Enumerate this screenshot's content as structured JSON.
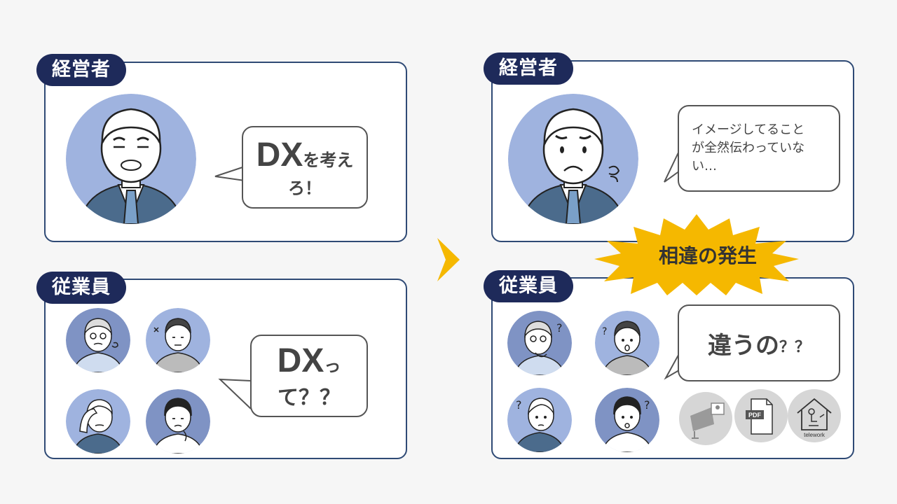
{
  "left": {
    "executive_tag": "経営者",
    "executive_bubble_dx": "DX",
    "executive_bubble_rest1": "を考え",
    "executive_bubble_rest2": "ろ！",
    "employee_tag": "従業員",
    "employee_bubble_dx": "DX",
    "employee_bubble_rest1": "っ",
    "employee_bubble_rest2": "て？？"
  },
  "right": {
    "executive_tag": "経営者",
    "executive_bubble_line1": "イメージしてること",
    "executive_bubble_line2": "が全然伝わっていな",
    "executive_bubble_line3": "い…",
    "employee_tag": "従業員",
    "employee_bubble_main": "違うの",
    "employee_bubble_suffix": "？？",
    "burst_label": "相違の発生",
    "icons": [
      {
        "name": "video-meeting-icon",
        "label": ""
      },
      {
        "name": "pdf-icon",
        "label": "PDF"
      },
      {
        "name": "telework-icon",
        "label": "telework"
      }
    ]
  },
  "colors": {
    "panel_border": "#2f4a75",
    "tag_bg": "#1e2a5a",
    "avatar_light": "#9fb3df",
    "avatar_mid": "#7f93c4",
    "burst": "#f5b800",
    "arrow": "#f5b800"
  }
}
